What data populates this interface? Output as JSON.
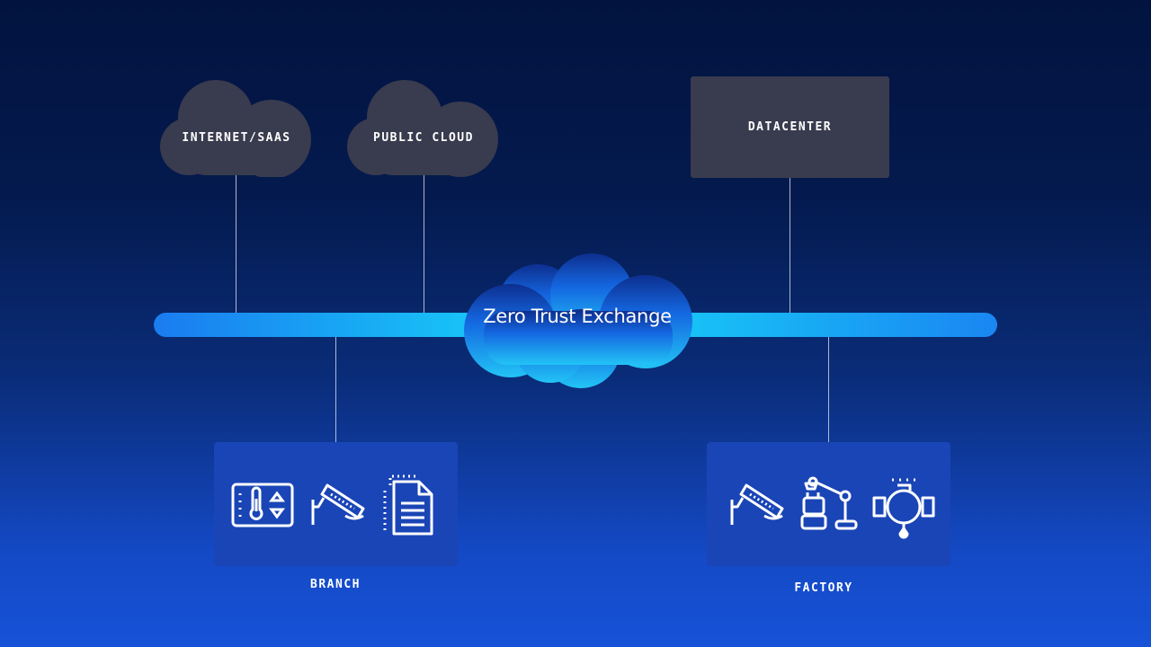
{
  "center": {
    "label": "Zero Trust Exchange"
  },
  "top_nodes": [
    {
      "id": "internet",
      "label": "INTERNET/SAAS",
      "shape": "cloud"
    },
    {
      "id": "public-cloud",
      "label": "PUBLIC CLOUD",
      "shape": "cloud"
    },
    {
      "id": "datacenter",
      "label": "DATACENTER",
      "shape": "box"
    }
  ],
  "bottom_nodes": [
    {
      "id": "branch",
      "label": "BRANCH",
      "icons": [
        "thermostat-icon",
        "security-camera-icon",
        "document-icon"
      ]
    },
    {
      "id": "factory",
      "label": "FACTORY",
      "icons": [
        "security-camera-icon",
        "robot-arm-icon",
        "pipe-valve-icon"
      ]
    }
  ],
  "colors": {
    "background_top": "#02133f",
    "background_bottom": "#1652d8",
    "node_fill": "#393b4e",
    "panel_fill": "#1a45b6",
    "bus_accent": "#1fd6f8",
    "icon_stroke": "#ffffff"
  }
}
